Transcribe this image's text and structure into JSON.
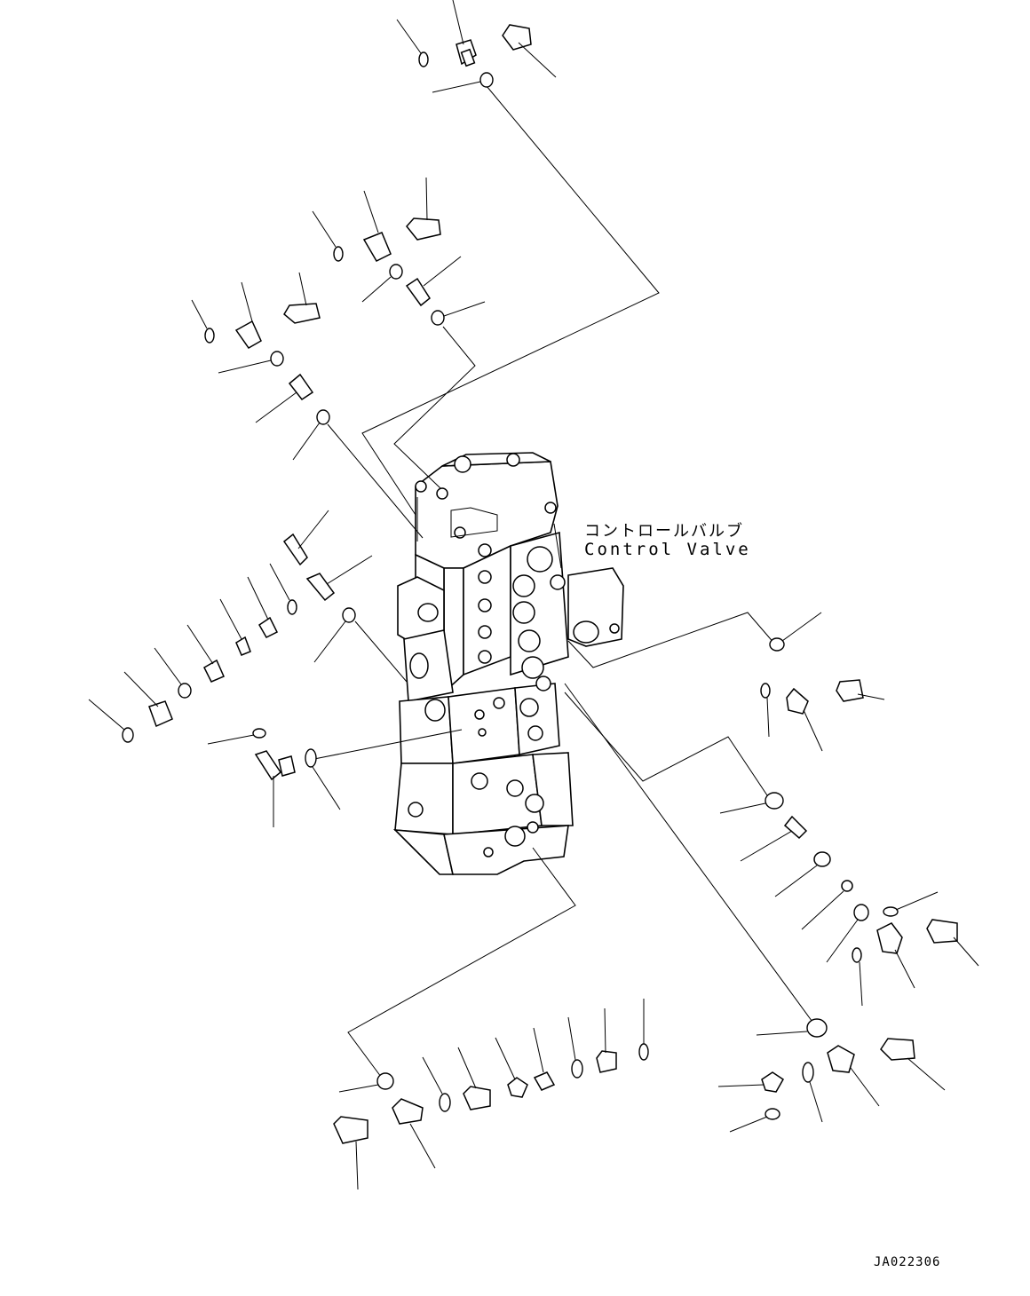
{
  "labels": {
    "component_jp": "コントロールバルブ",
    "component_en": "Control Valve",
    "drawing_code": "JA022306"
  },
  "colors": {
    "ink": "#000000",
    "paper": "#ffffff"
  }
}
